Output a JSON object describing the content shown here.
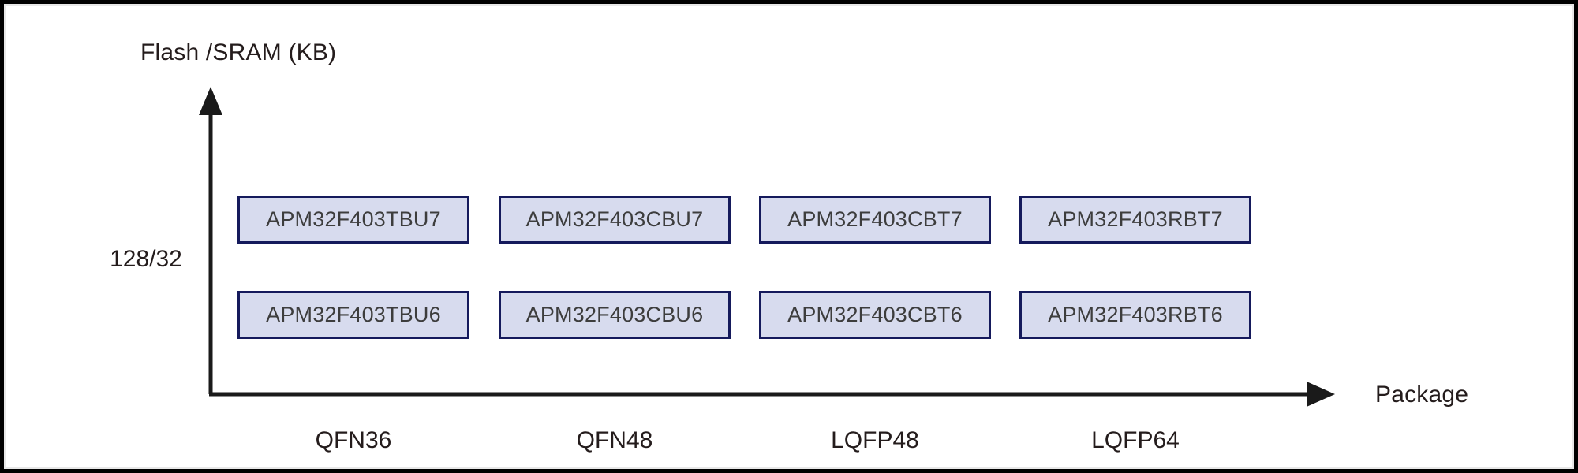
{
  "diagram": {
    "y_axis": {
      "title": "Flash /SRAM (KB)",
      "ticks": [
        "128/32"
      ]
    },
    "x_axis": {
      "title": "Package",
      "ticks": [
        "QFN36",
        "QFN48",
        "LQFP48",
        "LQFP64"
      ]
    },
    "colors": {
      "box_fill": "#d7dbee",
      "box_border": "#151a5c",
      "box_text": "#3d3d3d",
      "axis": "#1a1a1a",
      "label_text": "#241c1c",
      "frame": "#000000"
    },
    "rows": [
      {
        "row_index": 0,
        "parts": [
          "APM32F403TBU7",
          "APM32F403CBU7",
          "APM32F403CBT7",
          "APM32F403RBT7"
        ]
      },
      {
        "row_index": 1,
        "parts": [
          "APM32F403TBU6",
          "APM32F403CBU6",
          "APM32F403CBT6",
          "APM32F403RBT6"
        ]
      }
    ]
  },
  "chart_data": {
    "type": "table",
    "title": "",
    "xlabel": "Package",
    "ylabel": "Flash /SRAM (KB)",
    "categories": [
      "QFN36",
      "QFN48",
      "LQFP48",
      "LQFP64"
    ],
    "y_categories": [
      "128/32"
    ],
    "grid": false,
    "legend": "none",
    "cells": [
      [
        "APM32F403TBU7",
        "APM32F403CBU7",
        "APM32F403CBT7",
        "APM32F403RBT7"
      ],
      [
        "APM32F403TBU6",
        "APM32F403CBU6",
        "APM32F403CBT6",
        "APM32F403RBT6"
      ]
    ]
  }
}
